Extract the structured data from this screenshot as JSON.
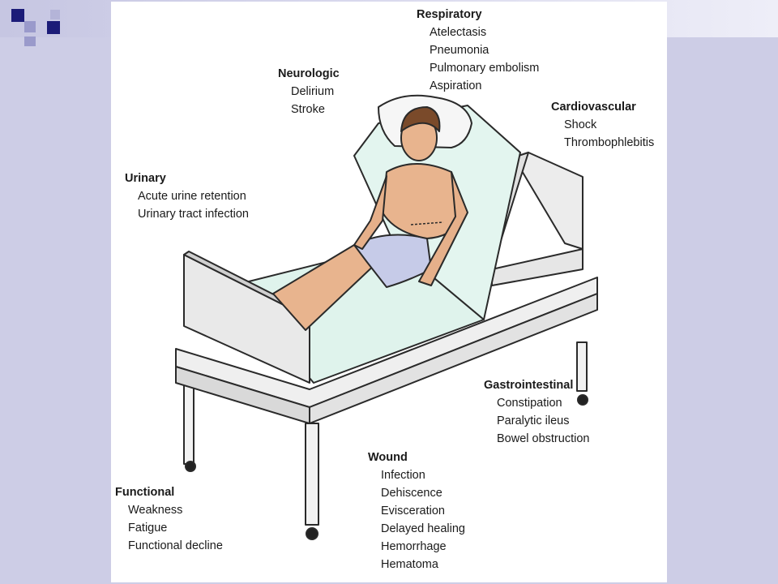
{
  "groups": {
    "respiratory": {
      "heading": "Respiratory",
      "items": [
        "Atelectasis",
        "Pneumonia",
        "Pulmonary embolism",
        "Aspiration"
      ]
    },
    "neurologic": {
      "heading": "Neurologic",
      "items": [
        "Delirium",
        "Stroke"
      ]
    },
    "cardiovascular": {
      "heading": "Cardiovascular",
      "items": [
        "Shock",
        "Thrombophlebitis"
      ]
    },
    "urinary": {
      "heading": "Urinary",
      "items": [
        "Acute urine retention",
        "Urinary tract infection"
      ]
    },
    "gastrointestinal": {
      "heading": "Gastrointestinal",
      "items": [
        "Constipation",
        "Paralytic ileus",
        "Bowel obstruction"
      ]
    },
    "wound": {
      "heading": "Wound",
      "items": [
        "Infection",
        "Dehiscence",
        "Evisceration",
        "Delayed healing",
        "Hemorrhage",
        "Hematoma"
      ]
    },
    "functional": {
      "heading": "Functional",
      "items": [
        "Weakness",
        "Fatigue",
        "Functional decline"
      ]
    }
  },
  "colors": {
    "background": "#cdcde6",
    "panel": "#ffffff",
    "accent_dark": "#1c1c78",
    "accent_light": "#9a9acb"
  }
}
